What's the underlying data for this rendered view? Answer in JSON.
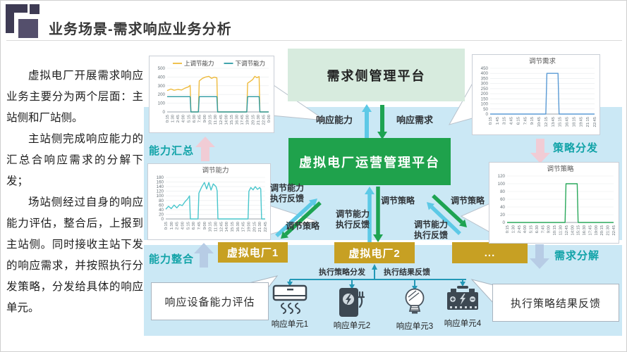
{
  "header": {
    "title": "业务场景-需求响应业务分析"
  },
  "left_text": {
    "paragraphs": [
      "虚拟电厂开展需求响应业务主要分为两个层面：主站侧和厂站侧。",
      "主站侧完成响应能力的汇总合响应需求的分解下发；",
      "场站侧经过自身的响应能力评估，整合后，上报到主站侧。同时接收主站下发的响应需求，并按照执行分发策略，分发给具体的响应单元。"
    ]
  },
  "diagram": {
    "top_platform": "需求侧管理平台",
    "center_platform": "虚拟电厂运营管理平台",
    "vpp_boxes": [
      "虚拟电厂1",
      "虚拟电厂2",
      "..."
    ],
    "stage_labels": {
      "capability_summary": "能力汇总",
      "strategy_distribution": "策略分发",
      "capability_integration": "能力整合",
      "demand_decomposition": "需求分解"
    },
    "edge_labels": {
      "response_capability": "响应能力",
      "response_demand": "响应需求",
      "feedback_line1": "调节能力",
      "feedback_line2": "执行反馈",
      "strategy": "调节策略",
      "exec_dispatch": "执行策略分发",
      "exec_result": "执行结果反馈"
    },
    "callouts": {
      "left": "响应设备能力评估",
      "right": "执行策略结果反馈"
    },
    "units": [
      {
        "label": "响应单元1",
        "icon": "air-conditioner-icon"
      },
      {
        "label": "响应单元2",
        "icon": "ev-charger-icon"
      },
      {
        "label": "响应单元3",
        "icon": "light-bulb-icon"
      },
      {
        "label": "响应单元4",
        "icon": "battery-icon"
      }
    ]
  },
  "colors": {
    "band_blue": "#cbe8f5",
    "pale_green_box": "#d7ebde",
    "green_box": "#1fa24c",
    "yellow_box": "#c7a023",
    "teal_label": "#12a3a8",
    "arrow_blue": "#5dc9e6",
    "arrow_green": "#1ea352",
    "arrow_pink": "#f1ccd5",
    "arrow_slate": "#b7cce5",
    "connector_teal": "#2398b6"
  },
  "chart_data": [
    {
      "type": "line",
      "legend": [
        "上调节能力",
        "下调节能力"
      ],
      "legend_position": "top",
      "ylim": [
        0,
        500
      ],
      "ystep": 100,
      "grid": true,
      "x_ticks": [
        "0:15",
        "1:30",
        "2:45",
        "4:00",
        "5:15",
        "6:30",
        "7:45",
        "9:00",
        "10:15",
        "11:30",
        "12:45",
        "14:00",
        "15:15",
        "16:30",
        "17:45",
        "19:00",
        "20:15",
        "21:30",
        "22:45",
        "0:00"
      ],
      "series": [
        {
          "name": "上调节能力",
          "color": "#eebb3d",
          "points": [
            [
              0,
              245
            ],
            [
              0.7,
              262
            ],
            [
              1.3,
              248
            ],
            [
              2,
              258
            ],
            [
              2.7,
              252
            ],
            [
              3.3,
              272
            ],
            [
              4,
              288
            ],
            [
              4.3,
              305
            ],
            [
              4.45,
              0
            ],
            [
              5.85,
              0
            ],
            [
              6,
              355
            ],
            [
              6.6,
              385
            ],
            [
              7.2,
              400
            ],
            [
              7.8,
              408
            ],
            [
              8.3,
              385
            ],
            [
              8.8,
              398
            ],
            [
              9.3,
              390
            ],
            [
              9.45,
              0
            ],
            [
              14.9,
              0
            ],
            [
              15.05,
              330
            ],
            [
              15.5,
              348
            ],
            [
              16,
              372
            ],
            [
              16.4,
              408
            ],
            [
              16.8,
              392
            ],
            [
              17.2,
              405
            ],
            [
              17.35,
              0
            ],
            [
              19,
              0
            ]
          ]
        },
        {
          "name": "下调节能力",
          "color": "#2e9ba3",
          "points": [
            [
              0,
              175
            ],
            [
              4.3,
              175
            ],
            [
              4.45,
              0
            ],
            [
              5.85,
              0
            ],
            [
              6,
              175
            ],
            [
              9.3,
              175
            ],
            [
              9.45,
              0
            ],
            [
              14.9,
              0
            ],
            [
              15.05,
              175
            ],
            [
              17.2,
              175
            ],
            [
              17.35,
              0
            ],
            [
              19,
              0
            ]
          ]
        }
      ]
    },
    {
      "type": "line",
      "title": "调节需求",
      "ylim": [
        0,
        450
      ],
      "ystep": 50,
      "grid": true,
      "x_ticks": [
        "0:15",
        "1:45",
        "3:15",
        "4:45",
        "6:15",
        "7:45",
        "9:15",
        "10:45",
        "12:15",
        "13:45",
        "15:15",
        "16:45",
        "18:15",
        "19:45",
        "21:15",
        "22:45"
      ],
      "series": [
        {
          "name": "调节需求",
          "color": "#5b9bd5",
          "points": [
            [
              0,
              0
            ],
            [
              8.0,
              0
            ],
            [
              8.15,
              400
            ],
            [
              9.75,
              400
            ],
            [
              9.9,
              0
            ],
            [
              15,
              0
            ]
          ]
        }
      ]
    },
    {
      "type": "line",
      "title": "调节能力",
      "ylim": [
        0,
        180
      ],
      "ystep": 20,
      "grid": true,
      "x_ticks": [
        "0:15",
        "1:30",
        "2:45",
        "4:00",
        "5:15",
        "6:30",
        "7:45",
        "9:00",
        "10:15",
        "11:30",
        "12:45",
        "14:00",
        "15:15",
        "16:30",
        "17:45",
        "19:00",
        "20:15",
        "21:30",
        "22:45"
      ],
      "series": [
        {
          "name": "调节能力",
          "color": "#49c6cc",
          "points": [
            [
              0,
              42
            ],
            [
              0.5,
              55
            ],
            [
              1,
              45
            ],
            [
              1.5,
              60
            ],
            [
              2,
              48
            ],
            [
              2.5,
              62
            ],
            [
              3,
              58
            ],
            [
              3.5,
              75
            ],
            [
              4,
              88
            ],
            [
              4.3,
              100
            ],
            [
              4.45,
              0
            ],
            [
              5.85,
              0
            ],
            [
              6,
              112
            ],
            [
              6.5,
              138
            ],
            [
              7,
              158
            ],
            [
              7.4,
              130
            ],
            [
              7.8,
              158
            ],
            [
              8.2,
              125
            ],
            [
              8.6,
              152
            ],
            [
              9.1,
              140
            ],
            [
              9.3,
              122
            ],
            [
              9.45,
              0
            ],
            [
              14.9,
              0
            ],
            [
              15.05,
              120
            ],
            [
              15.4,
              136
            ],
            [
              15.8,
              126
            ],
            [
              16.2,
              140
            ],
            [
              16.6,
              128
            ],
            [
              17,
              136
            ],
            [
              17.2,
              130
            ],
            [
              17.35,
              0
            ],
            [
              18,
              0
            ]
          ]
        }
      ]
    },
    {
      "type": "line",
      "title": "调节策略",
      "ylim": [
        0,
        120
      ],
      "ystep": 20,
      "grid": true,
      "x_ticks": [
        "0:15",
        "1:30",
        "2:45",
        "4:00",
        "5:15",
        "6:30",
        "7:45",
        "9:00",
        "10:15",
        "11:30",
        "12:45",
        "14:00",
        "15:15",
        "16:30",
        "17:45",
        "19:00",
        "20:15",
        "21:30",
        "22:45"
      ],
      "series": [
        {
          "name": "调节策略",
          "color": "#2aa95b",
          "points": [
            [
              0,
              0
            ],
            [
              9.8,
              0
            ],
            [
              9.95,
              100
            ],
            [
              11.85,
              100
            ],
            [
              12,
              0
            ],
            [
              18,
              0
            ]
          ]
        }
      ]
    }
  ]
}
